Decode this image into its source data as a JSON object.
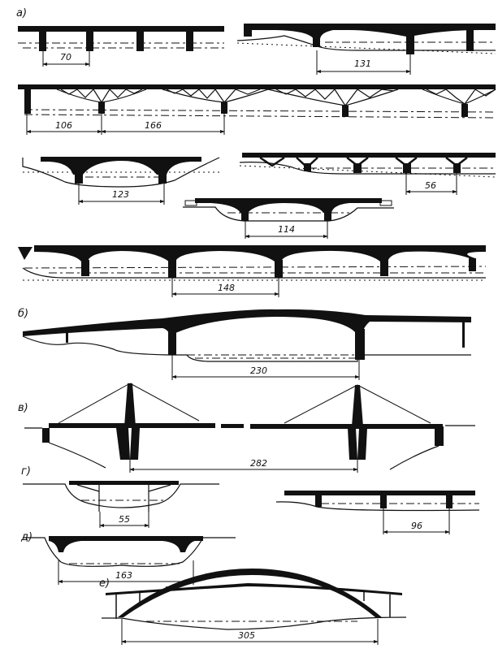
{
  "figure": {
    "section_labels": {
      "a": "а)",
      "b": "б)",
      "v": "в)",
      "g": "г)",
      "d": "д)",
      "e": "е)"
    },
    "spans": {
      "a1": "70",
      "a2": "131",
      "a3_left": "106",
      "a3_right": "166",
      "a4": "123",
      "a5": "56",
      "a6": "114",
      "a7": "148",
      "b": "230",
      "v": "282",
      "g": "55",
      "g_right": "96",
      "d": "163",
      "e": "305"
    }
  }
}
